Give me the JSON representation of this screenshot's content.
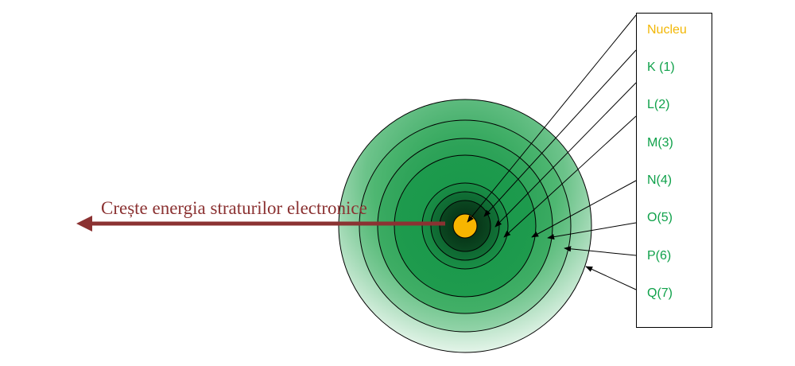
{
  "caption": {
    "text": "Crește energia straturilor electronice",
    "color": "#8B3232"
  },
  "legend": {
    "nucleus": {
      "label": "Nucleu",
      "color": "#F2B705"
    },
    "shells": [
      {
        "label": "K (1)"
      },
      {
        "label": "L(2)"
      },
      {
        "label": "M(3)"
      },
      {
        "label": "N(4)"
      },
      {
        "label": "O(5)"
      },
      {
        "label": "P(6)"
      },
      {
        "label": "Q(7)"
      }
    ],
    "label_color": "#0FA14A"
  },
  "colors": {
    "nucleus_fill": "#F7B500",
    "shell_green": "#1E9A4C",
    "shell_dark": "#0A3A1C",
    "shell_light": "#F2FAF4",
    "arrow": "#8B3232"
  }
}
